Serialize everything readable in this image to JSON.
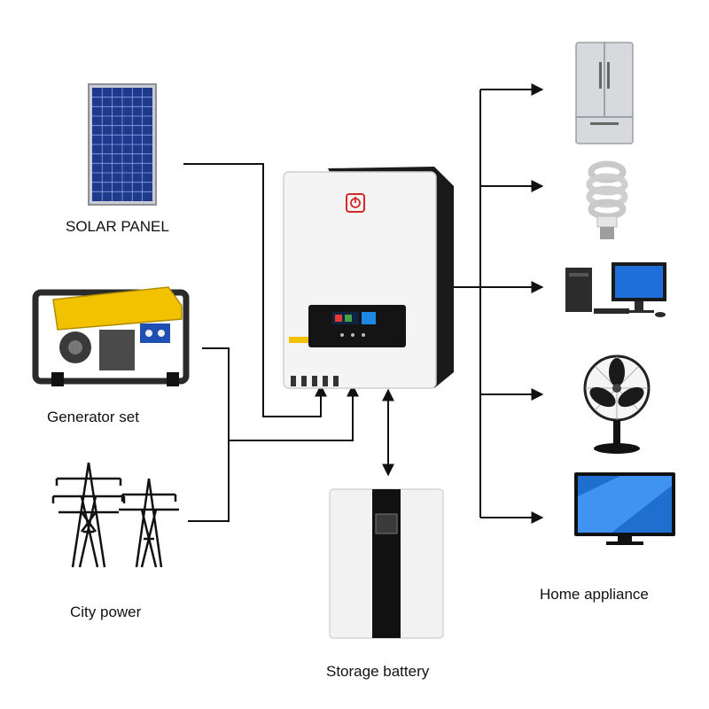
{
  "sources": {
    "solar_panel": "SOLAR PANEL",
    "generator": "Generator set",
    "city_power": "City power"
  },
  "storage": "Storage battery",
  "loads": {
    "label": "Home appliance",
    "items": [
      "refrigerator",
      "light-bulb",
      "desktop-computer",
      "electric-fan",
      "television"
    ]
  },
  "colors": {
    "wire": "#111111",
    "panel_blue": "#1f3a8a",
    "generator_yellow": "#f2c200",
    "inverter_body": "#f4f4f4",
    "inverter_side": "#1a1a1a",
    "power_button": "#d62828",
    "screen_blue": "#1e88e5"
  }
}
